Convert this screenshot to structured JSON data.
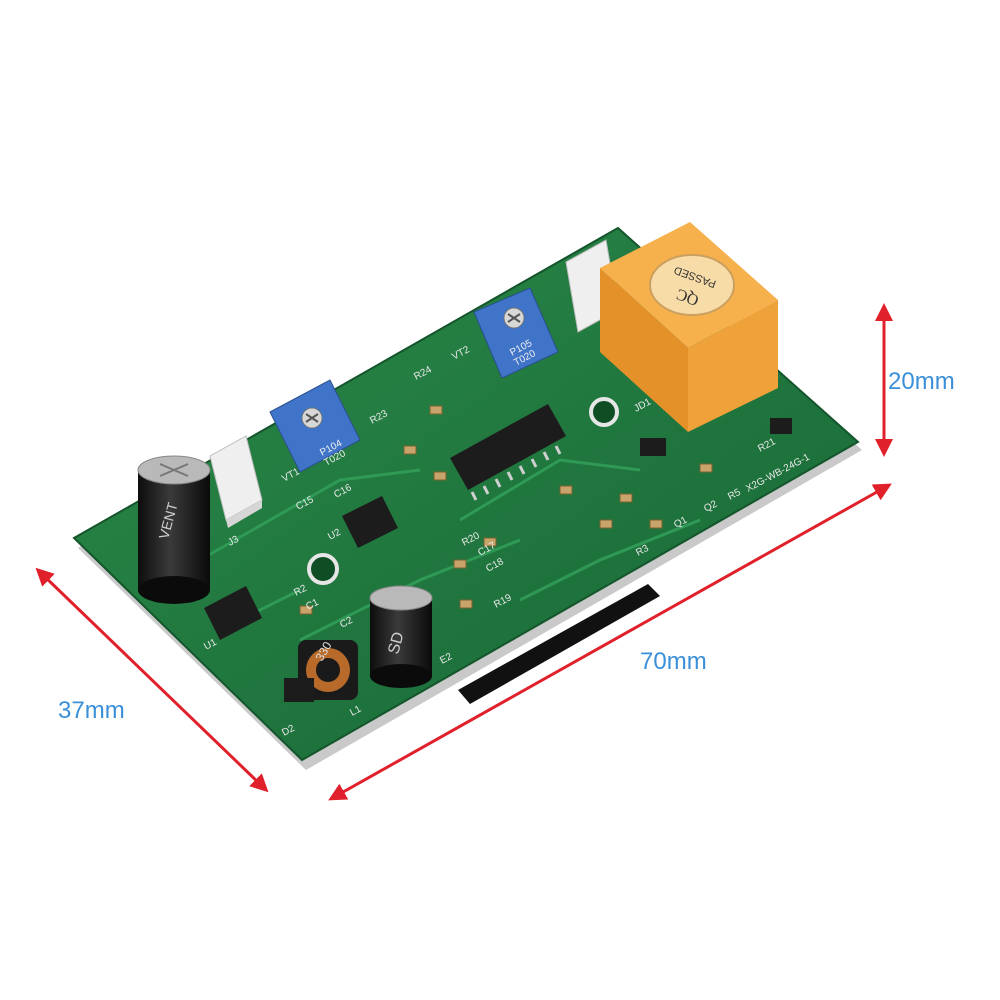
{
  "dimensions": {
    "height": "20mm",
    "length": "70mm",
    "width": "37mm"
  },
  "colors": {
    "pcb_green": "#1f7a3f",
    "dimension_blue": "#3a8fd8",
    "relay_orange": "#f0a23a",
    "trimmer_blue": "#3f74c8"
  },
  "markings": {
    "trimmer_1": [
      "P104",
      "T020"
    ],
    "trimmer_2": [
      "P105",
      "T020"
    ],
    "relay": [
      "QC",
      "PASSED"
    ],
    "board_id": "X2G-WB-24G-1",
    "inductor": "330",
    "cap_brand_1": "VENT",
    "cap_brand_2": "SD",
    "designators": [
      "VT1",
      "VT2",
      "U1",
      "U2",
      "C1",
      "C2",
      "C15",
      "C16",
      "C17",
      "C18",
      "R2",
      "R19",
      "R20",
      "R21",
      "R23",
      "R24",
      "JD1",
      "Q1",
      "Q2",
      "R3",
      "R5",
      "E2",
      "D2",
      "L1",
      "J3"
    ]
  }
}
